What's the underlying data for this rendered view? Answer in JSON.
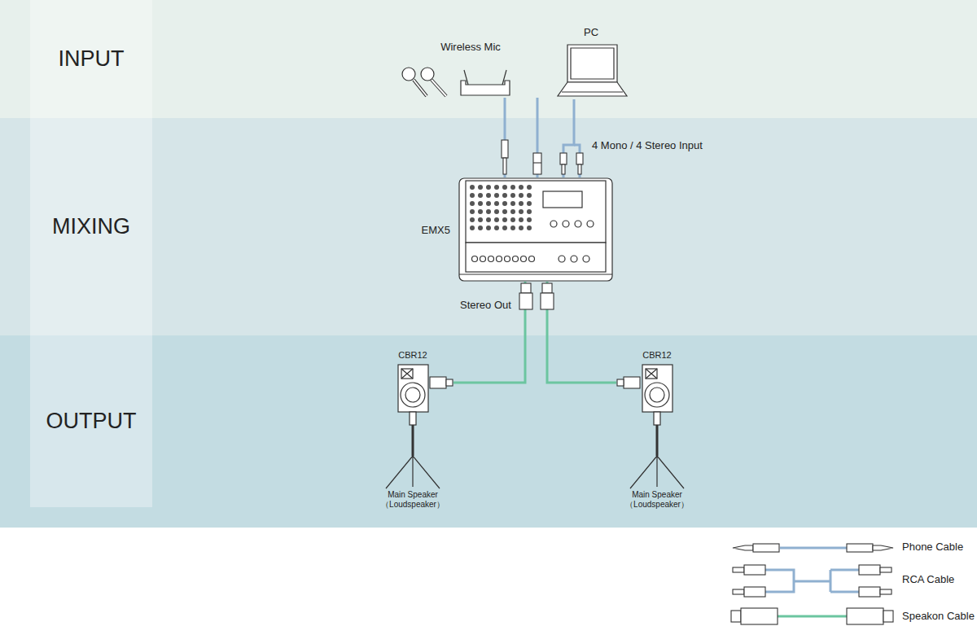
{
  "diagram": {
    "nodes": [
      {
        "text": [
          "INPUT"
        ]
      },
      {
        "text": [
          "MIXING"
        ]
      },
      {
        "text": [
          "OUTPUT"
        ]
      },
      {
        "text": [
          "Wireless Mic"
        ]
      },
      {
        "text": [
          "PC"
        ]
      },
      {
        "text": [
          "EMX5"
        ]
      },
      {
        "text": [
          "CBR12",
          "Main Speaker （Loudspeaker）"
        ]
      },
      {
        "text": [
          "CBR12",
          "Main Speaker （Loudspeaker）"
        ]
      }
    ],
    "edges": [
      {
        "from": 3,
        "to": 5,
        "arrow": "none"
      },
      {
        "from": 3,
        "to": 5,
        "arrow": "none"
      },
      {
        "from": 4,
        "to": 5,
        "arrow": "none"
      },
      {
        "from": 5,
        "to": 6,
        "arrow": "none"
      },
      {
        "from": 5,
        "to": 7,
        "arrow": "none"
      }
    ],
    "labels": [
      "4 Mono / 4 Stereo Input",
      "Stereo Out"
    ],
    "legend": [
      {
        "text": "Phone Cable"
      },
      {
        "text": "RCA Cable"
      },
      {
        "text": "Speakon Cable"
      }
    ]
  }
}
